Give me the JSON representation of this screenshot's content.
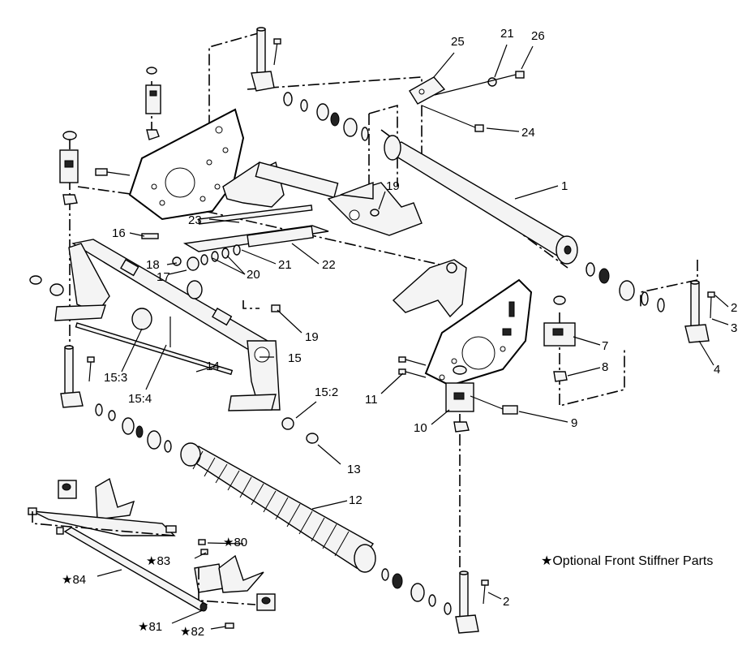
{
  "legend": {
    "star": "★",
    "text": "Optional Front Stiffner Parts"
  },
  "callouts": [
    {
      "id": "c1",
      "label": "1"
    },
    {
      "id": "c2a",
      "label": "2"
    },
    {
      "id": "c2b",
      "label": "2"
    },
    {
      "id": "c3",
      "label": "3"
    },
    {
      "id": "c4",
      "label": "4"
    },
    {
      "id": "c7",
      "label": "7"
    },
    {
      "id": "c8",
      "label": "8"
    },
    {
      "id": "c9",
      "label": "9"
    },
    {
      "id": "c10",
      "label": "10"
    },
    {
      "id": "c11",
      "label": "11"
    },
    {
      "id": "c12",
      "label": "12"
    },
    {
      "id": "c13",
      "label": "13"
    },
    {
      "id": "c14",
      "label": "14"
    },
    {
      "id": "c15",
      "label": "15"
    },
    {
      "id": "c15_2",
      "label": "15:2"
    },
    {
      "id": "c15_3",
      "label": "15:3"
    },
    {
      "id": "c15_4",
      "label": "15:4"
    },
    {
      "id": "c16",
      "label": "16"
    },
    {
      "id": "c17",
      "label": "17"
    },
    {
      "id": "c18",
      "label": "18"
    },
    {
      "id": "c19a",
      "label": "19"
    },
    {
      "id": "c19b",
      "label": "19"
    },
    {
      "id": "c20",
      "label": "20"
    },
    {
      "id": "c21a",
      "label": "21"
    },
    {
      "id": "c21b",
      "label": "21"
    },
    {
      "id": "c22",
      "label": "22"
    },
    {
      "id": "c23",
      "label": "23"
    },
    {
      "id": "c24",
      "label": "24"
    },
    {
      "id": "c25",
      "label": "25"
    },
    {
      "id": "c26",
      "label": "26"
    },
    {
      "id": "c80",
      "label": "★80"
    },
    {
      "id": "c81",
      "label": "★81"
    },
    {
      "id": "c82",
      "label": "★82"
    },
    {
      "id": "c83",
      "label": "★83"
    },
    {
      "id": "c84",
      "label": "★84"
    }
  ]
}
